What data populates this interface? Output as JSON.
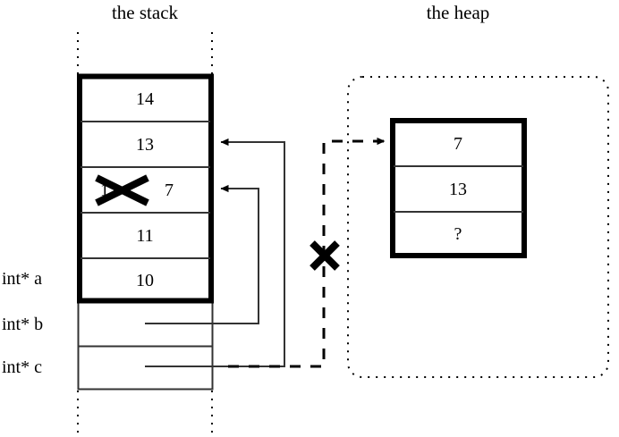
{
  "diagram": {
    "stack": {
      "title": "the stack",
      "frame_cells": [
        {
          "value": "14"
        },
        {
          "value": "13"
        },
        {
          "value": "12",
          "struck_out": true,
          "replacement": "7"
        },
        {
          "value": "11"
        },
        {
          "value": "10"
        }
      ],
      "pointer_rows": [
        {
          "label": "int* a",
          "value": ""
        },
        {
          "label": "int* b",
          "value": ""
        },
        {
          "label": "int* c",
          "value": ""
        }
      ],
      "frame_label": "int* a"
    },
    "heap": {
      "title": "the heap",
      "cells": [
        {
          "value": "7"
        },
        {
          "value": "13"
        },
        {
          "value": "?"
        }
      ]
    },
    "marks": {
      "struck_value_mark": "x-cross-mark",
      "broken_pointer_mark": "x-cross-mark"
    },
    "colors": {
      "ink": "#000000",
      "paper": "#ffffff",
      "thin_rule": "#333333"
    }
  }
}
